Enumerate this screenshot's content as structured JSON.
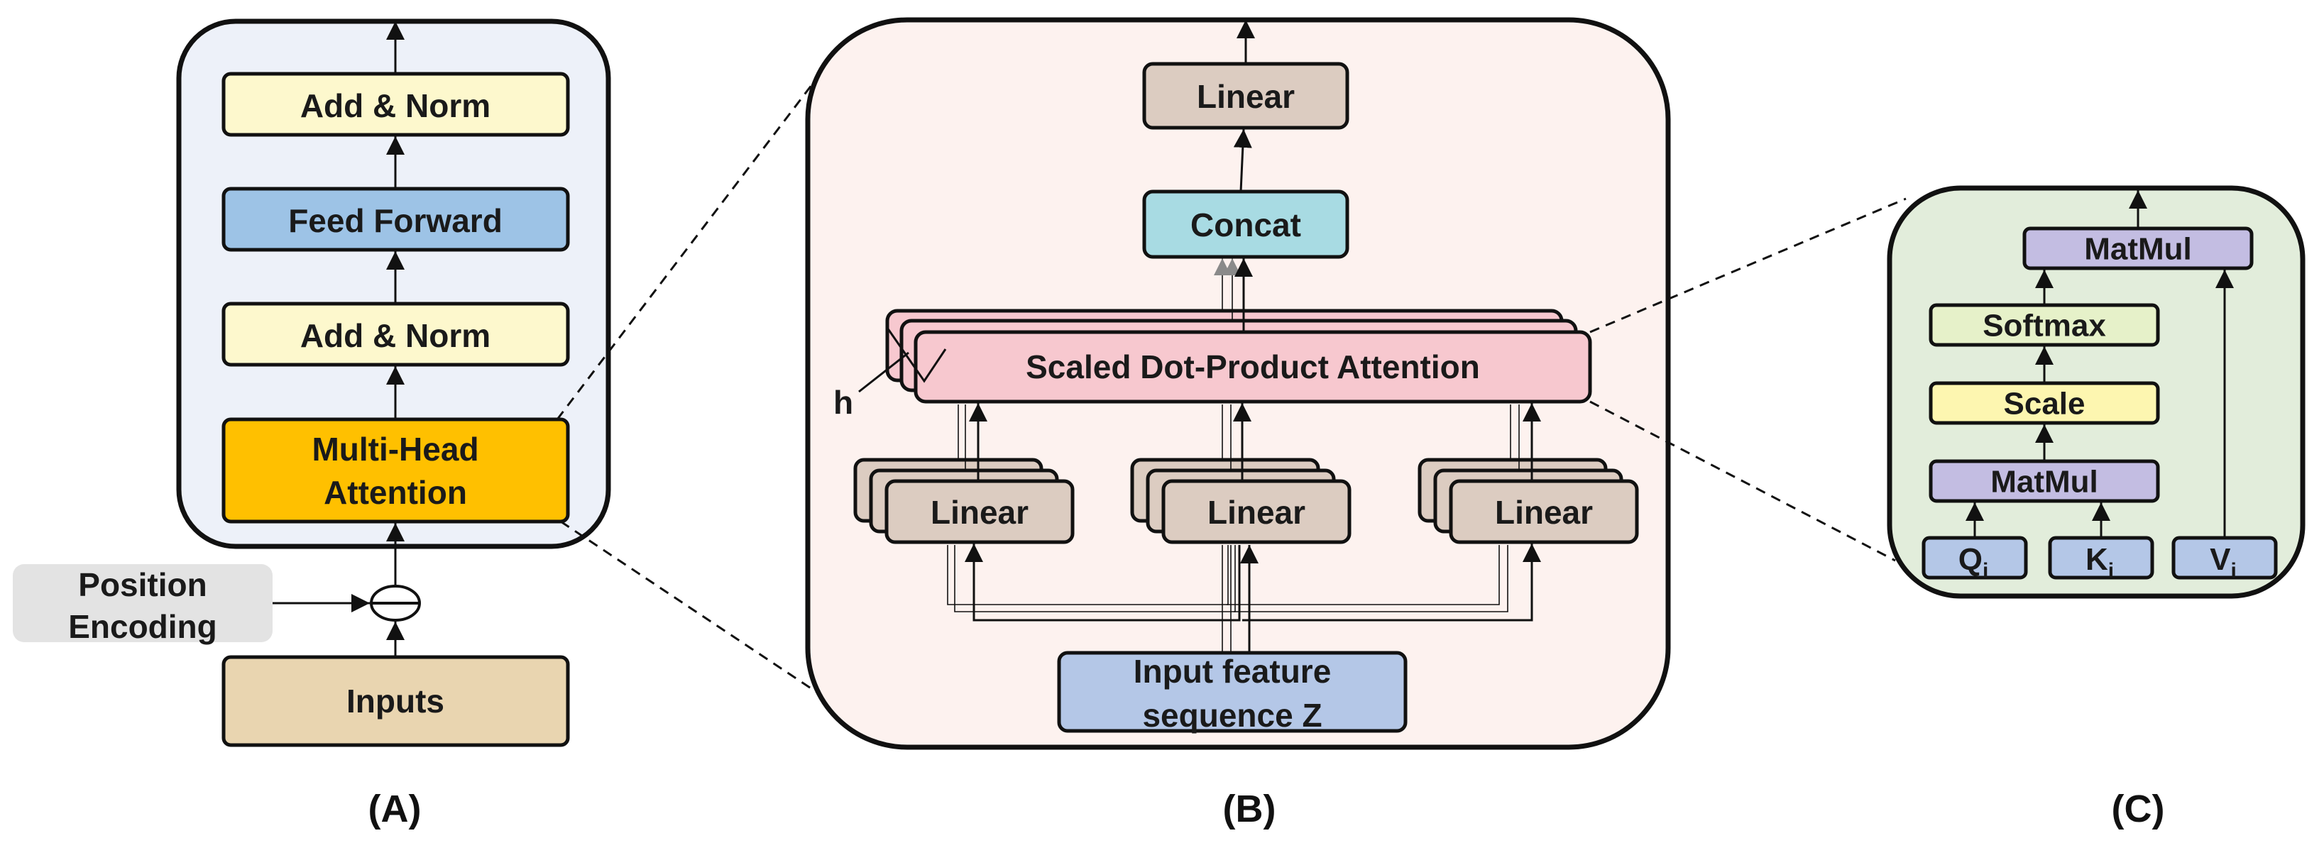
{
  "colors": {
    "panel_a_bg": "#edf1f9",
    "panel_b_bg": "#fdf2ef",
    "panel_c_bg": "#e2eddb",
    "add_norm": "#fdf8cd",
    "feed_forward": "#9dc3e6",
    "multi_head": "#ffc000",
    "position_encoding": "#e3e3e3",
    "inputs": "#e9d5b0",
    "linear": "#dcccc1",
    "concat": "#a8dbe3",
    "scaled_attention": "#f7c8cf",
    "input_feature": "#b4c7e7",
    "matmul": "#c3bde2",
    "softmax": "#e6f1c9",
    "scale": "#fdf6b0",
    "qkv": "#b4c7e7"
  },
  "panel_a": {
    "caption": "(A)",
    "add_norm_top": "Add & Norm",
    "feed_forward": "Feed Forward",
    "add_norm_bottom": "Add & Norm",
    "multi_head_line1": "Multi-Head",
    "multi_head_line2": "Attention",
    "position_encoding_line1": "Position",
    "position_encoding_line2": "Encoding",
    "inputs": "Inputs"
  },
  "panel_b": {
    "caption": "(B)",
    "linear_top": "Linear",
    "concat": "Concat",
    "scaled_attention": "Scaled Dot-Product Attention",
    "h_label": "h",
    "linear_left": "Linear",
    "linear_middle": "Linear",
    "linear_right": "Linear",
    "input_line1": "Input feature",
    "input_line2": "sequence Z"
  },
  "panel_c": {
    "caption": "(C)",
    "matmul_top": "MatMul",
    "softmax": "Softmax",
    "scale": "Scale",
    "matmul_bottom": "MatMul",
    "q_main": "Q",
    "q_sub": "i",
    "k_main": "K",
    "k_sub": "i",
    "v_main": "V",
    "v_sub": "i"
  }
}
